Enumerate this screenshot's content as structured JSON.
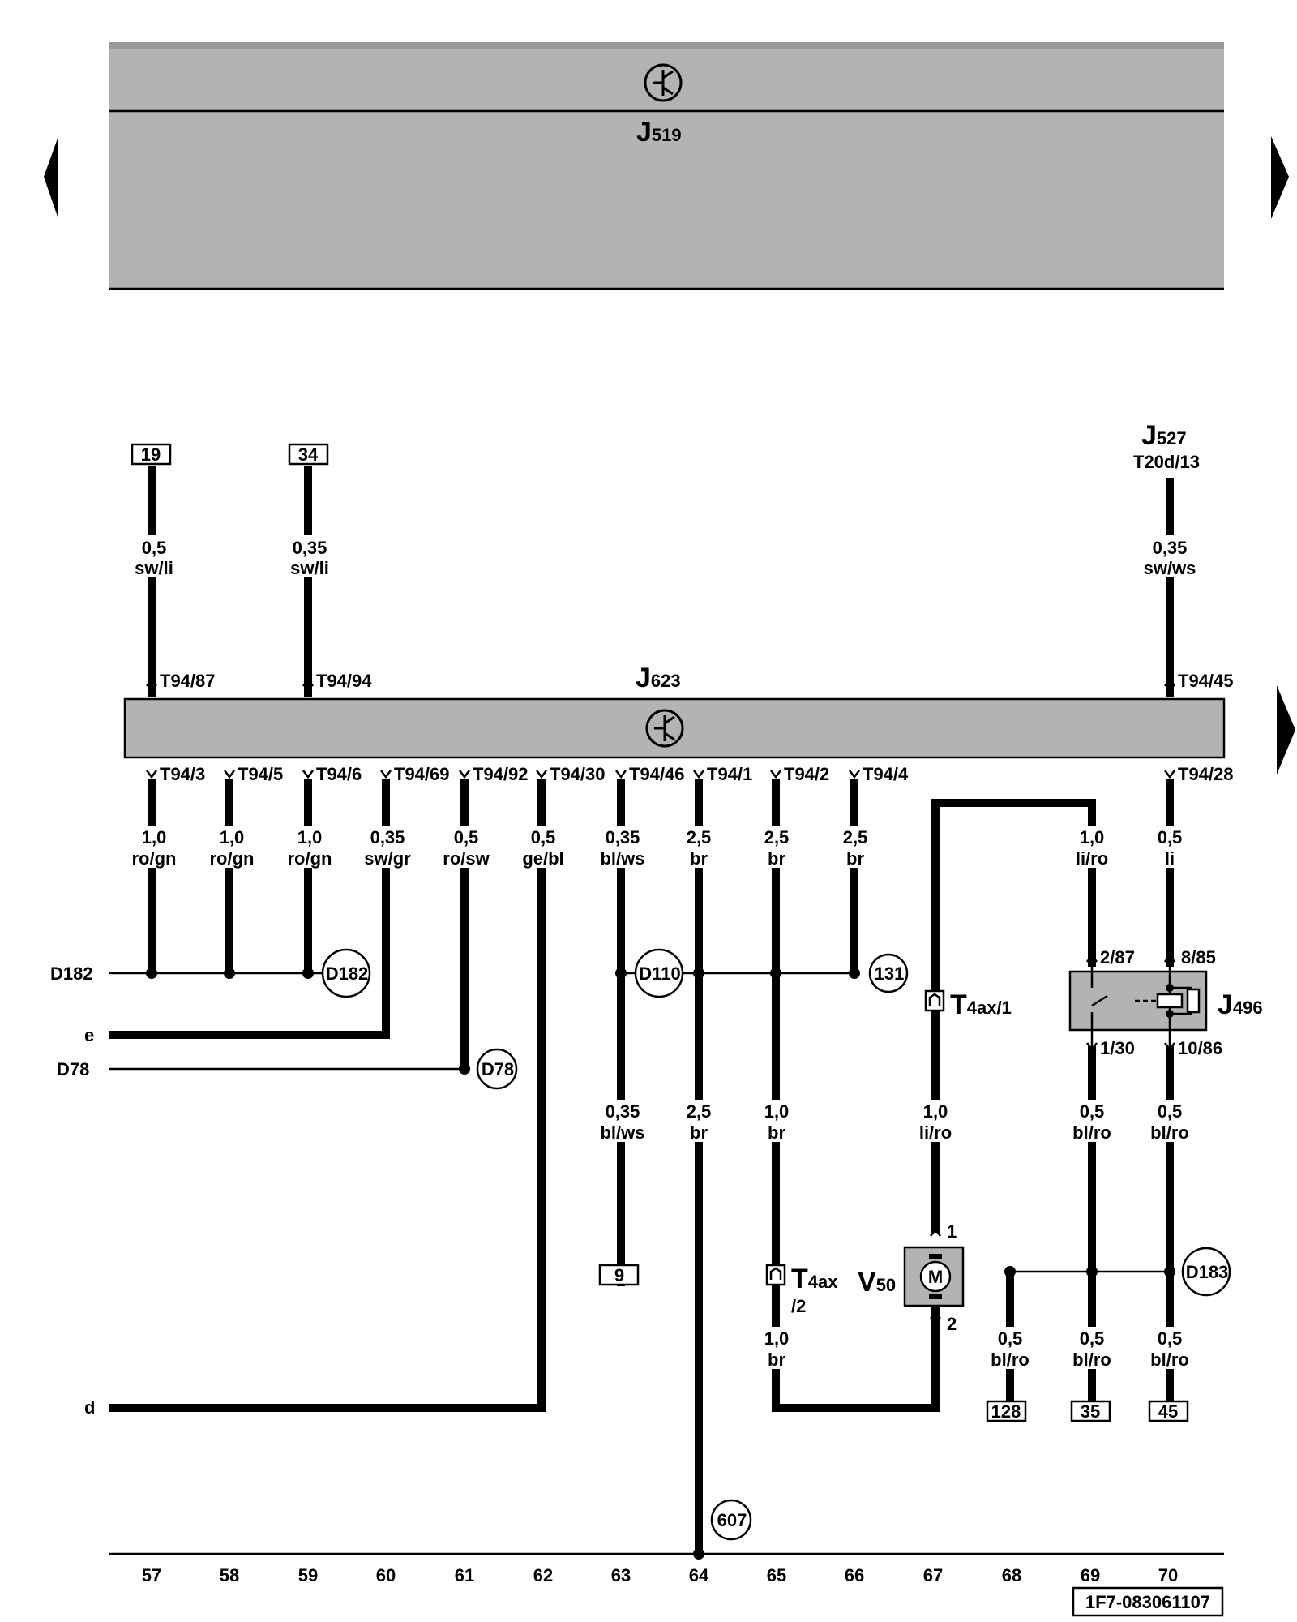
{
  "components": {
    "J519": {
      "letter": "J",
      "sub": "519"
    },
    "J623": {
      "letter": "J",
      "sub": "623"
    },
    "J527": {
      "letter": "J",
      "sub": "527",
      "pin": "T20d/13"
    },
    "J496": {
      "letter": "J",
      "sub": "496"
    },
    "V50": {
      "letter": "V",
      "sub": "50",
      "symbol": "M"
    },
    "T4ax": {
      "letter": "T",
      "sub": "4ax"
    }
  },
  "connector_pins": {
    "t94_87": "T94/87",
    "t94_94": "T94/94",
    "t94_45": "T94/45",
    "t94_3": "T94/3",
    "t94_5": "T94/5",
    "t94_6": "T94/6",
    "t94_69": "T94/69",
    "t94_92": "T94/92",
    "t94_30": "T94/30",
    "t94_46": "T94/46",
    "t94_1": "T94/1",
    "t94_2": "T94/2",
    "t94_4": "T94/4",
    "t94_28": "T94/28",
    "t4ax_1": "/1",
    "t4ax_2": "/2",
    "j496_2_87": "2/87",
    "j496_8_85": "8/85",
    "j496_1_30": "1/30",
    "j496_10_86": "10/86",
    "v50_1": "1",
    "v50_2": "2"
  },
  "wires": {
    "w_c57_top": {
      "size": "0,5",
      "color": "sw/li"
    },
    "w_c59_top": {
      "size": "0,35",
      "color": "sw/li"
    },
    "w_c70_top": {
      "size": "0,35",
      "color": "sw/ws"
    },
    "w_c57": {
      "size": "1,0",
      "color": "ro/gn"
    },
    "w_c58": {
      "size": "1,0",
      "color": "ro/gn"
    },
    "w_c59": {
      "size": "1,0",
      "color": "ro/gn"
    },
    "w_c60": {
      "size": "0,35",
      "color": "sw/gr"
    },
    "w_c61": {
      "size": "0,5",
      "color": "ro/sw"
    },
    "w_c62": {
      "size": "0,5",
      "color": "ge/bl"
    },
    "w_c63": {
      "size": "0,35",
      "color": "bl/ws"
    },
    "w_c64": {
      "size": "2,5",
      "color": "br"
    },
    "w_c65": {
      "size": "2,5",
      "color": "br"
    },
    "w_c66": {
      "size": "2,5",
      "color": "br"
    },
    "w_c69a": {
      "size": "1,0",
      "color": "li/ro"
    },
    "w_c70a": {
      "size": "0,5",
      "color": "li"
    },
    "w_c63b": {
      "size": "0,35",
      "color": "bl/ws"
    },
    "w_c64b": {
      "size": "2,5",
      "color": "br"
    },
    "w_c65b": {
      "size": "1,0",
      "color": "br"
    },
    "w_c67b": {
      "size": "1,0",
      "color": "li/ro"
    },
    "w_c69b": {
      "size": "0,5",
      "color": "bl/ro"
    },
    "w_c70b": {
      "size": "0,5",
      "color": "bl/ro"
    },
    "w_c65c": {
      "size": "1,0",
      "color": "br"
    },
    "w_c68c": {
      "size": "0,5",
      "color": "bl/ro"
    },
    "w_c69c": {
      "size": "0,5",
      "color": "bl/ro"
    },
    "w_c70c": {
      "size": "0,5",
      "color": "bl/ro"
    }
  },
  "references": {
    "box_19": "19",
    "box_34": "34",
    "box_9": "9",
    "box_128": "128",
    "box_35": "35",
    "box_45": "45"
  },
  "connections": {
    "d182_left": "D182",
    "d182_circle": "D182",
    "e_left": "e",
    "d78_left": "D78",
    "d78_circle": "D78",
    "d110_circle": "D110",
    "c131": "131",
    "d183_circle": "D183",
    "d_left": "d",
    "c607": "607"
  },
  "current_tracks": [
    "57",
    "58",
    "59",
    "60",
    "61",
    "62",
    "63",
    "64",
    "65",
    "66",
    "67",
    "68",
    "69",
    "70"
  ],
  "diagram_id": "1F7-083061107"
}
